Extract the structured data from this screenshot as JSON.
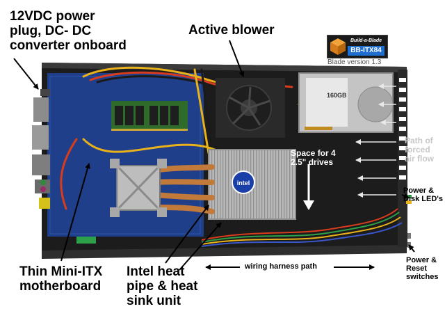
{
  "labels": {
    "power_plug": [
      "12VDC power",
      "plug, DC- DC",
      "converter onboard"
    ],
    "active_blower": "Active blower",
    "drives_space": [
      "Space for 4",
      "2.5\" drives"
    ],
    "airflow": [
      "Path of",
      "forced",
      "air flow"
    ],
    "led": [
      "Power &",
      "Disk LED's"
    ],
    "switches": [
      "Power &",
      "Reset",
      "switches"
    ],
    "motherboard": [
      "Thin Mini-ITX",
      "motherboard"
    ],
    "heatsink": [
      "Intel heat",
      "pipe & heat",
      "sink unit"
    ],
    "wiring": "wiring harness path"
  },
  "brand": {
    "tagline": "Build-a-Blade",
    "model": "BB-ITX84",
    "version": "Blade version 1.3"
  },
  "parts": {
    "hdd_capacity": "160GB",
    "cpu_badge": "intel"
  }
}
